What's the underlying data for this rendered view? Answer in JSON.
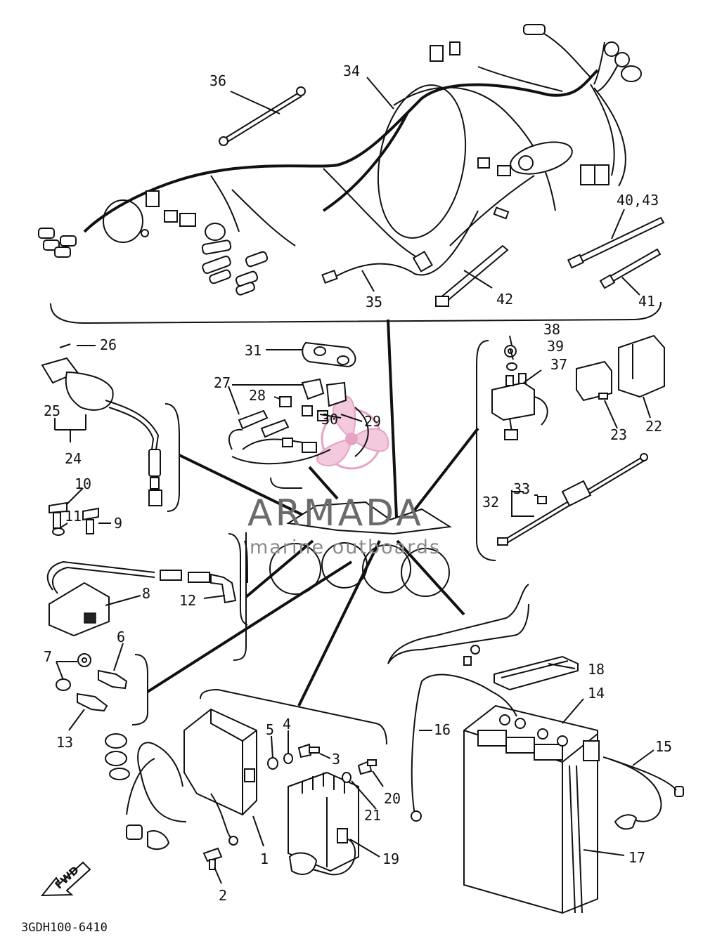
{
  "diagram": {
    "labels": {
      "p1": "1",
      "p2": "2",
      "p3": "3",
      "p4": "4",
      "p5": "5",
      "p6": "6",
      "p7": "7",
      "p8": "8",
      "p9": "9",
      "p10": "10",
      "p11": "11",
      "p12": "12",
      "p13": "13",
      "p14": "14",
      "p15": "15",
      "p16": "16",
      "p17": "17",
      "p18": "18",
      "p19": "19",
      "p20": "20",
      "p21": "21",
      "p22": "22",
      "p23": "23",
      "p24": "24",
      "p25": "25",
      "p26": "26",
      "p27": "27",
      "p28": "28",
      "p29": "29",
      "p30": "30",
      "p31": "31",
      "p32": "32",
      "p33": "33",
      "p34": "34",
      "p35": "35",
      "p36": "36",
      "p37": "37",
      "p38": "38",
      "p39": "39",
      "p4043": "40,43",
      "p41": "41",
      "p42": "42"
    },
    "fwd_label": "FWD",
    "drawing_code": "3GDH100-6410"
  },
  "watermark": {
    "brand": "ARMADA",
    "tagline": "marine outboards",
    "logo_color": "#e6a3c4",
    "text_color": "#6b6b6b"
  }
}
